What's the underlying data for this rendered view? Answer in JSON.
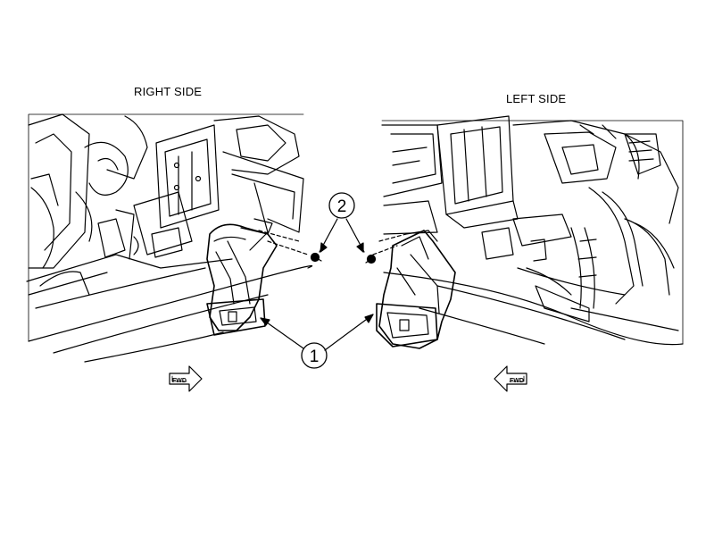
{
  "labels": {
    "right_side": "RIGHT SIDE",
    "left_side": "LEFT SIDE"
  },
  "callouts": {
    "duct": "1",
    "screw": "2"
  },
  "fwd_markers": {
    "right_text": "FWD",
    "left_text": "FWD"
  },
  "colors": {
    "line": "#000000",
    "background": "#ffffff"
  }
}
